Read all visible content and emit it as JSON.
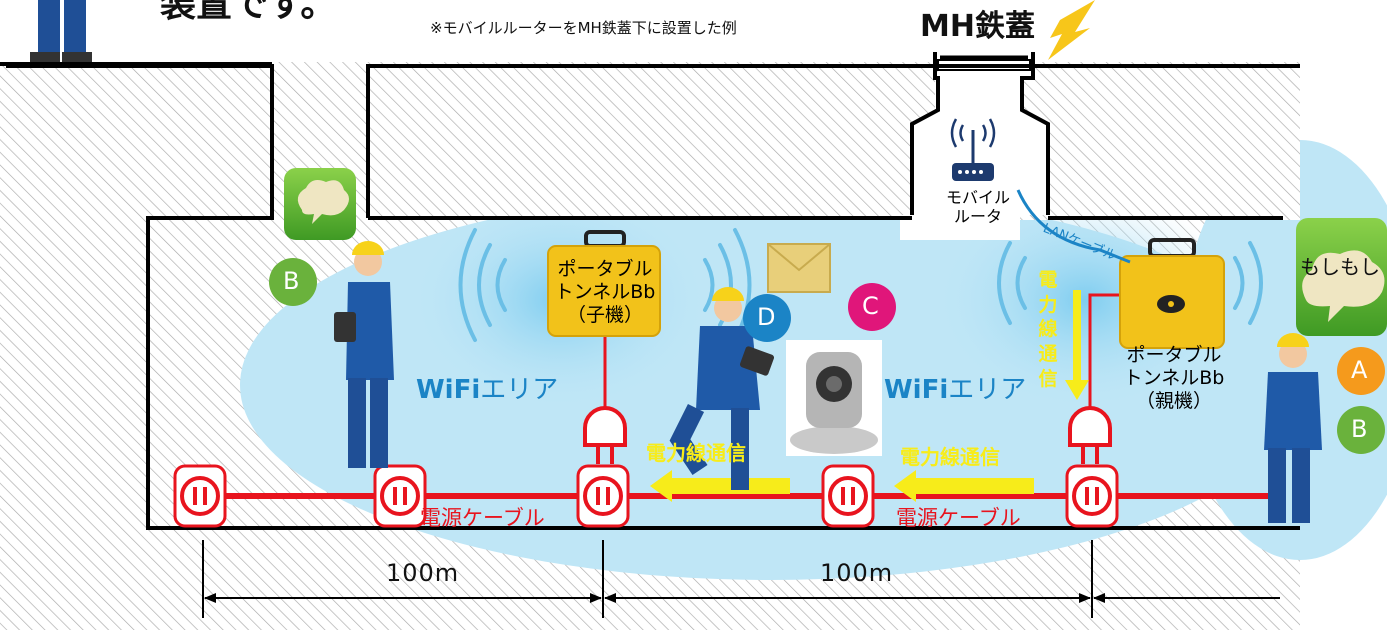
{
  "header": {
    "heading_fragment": "装置です。",
    "note": "※モバイルルーターをMH鉄蓋下に設置した例",
    "manhole_label": "MH鉄蓋"
  },
  "devices": {
    "router_label_line1": "モバイル",
    "router_label_line2": "ルータ",
    "lan_cable": "LANケーブル",
    "child_unit": {
      "line1": "ポータブル",
      "line2": "トンネルBb",
      "line3": "（子機）"
    },
    "parent_unit": {
      "line1": "ポータブル",
      "line2": "トンネルBb",
      "line3": "（親機）"
    }
  },
  "areas": {
    "wifi_left": {
      "wifi": "WiFi",
      "area": "エリア"
    },
    "wifi_right": {
      "wifi": "WiFi",
      "area": "エリア"
    }
  },
  "plc": {
    "vertical": [
      "電",
      "力",
      "線",
      "通",
      "信"
    ],
    "left_arrow": "電力線通信",
    "right_arrow": "電力線通信"
  },
  "cables": {
    "left": "電源ケーブル",
    "right": "電源ケーブル"
  },
  "users": {
    "b_left": "B",
    "d": "D",
    "c": "C",
    "a": "A",
    "b_right": "B"
  },
  "bubbles": {
    "moshimoshi": "もしもし"
  },
  "dimensions": {
    "left": "100m",
    "right": "100m"
  },
  "colors": {
    "cable_red": "#e8141e",
    "wifi_blue": "#1b84c6",
    "plc_yellow": "#f7ec1a",
    "device_yellow": "#f2c21a",
    "area_cyan": "#bfe6f6"
  }
}
